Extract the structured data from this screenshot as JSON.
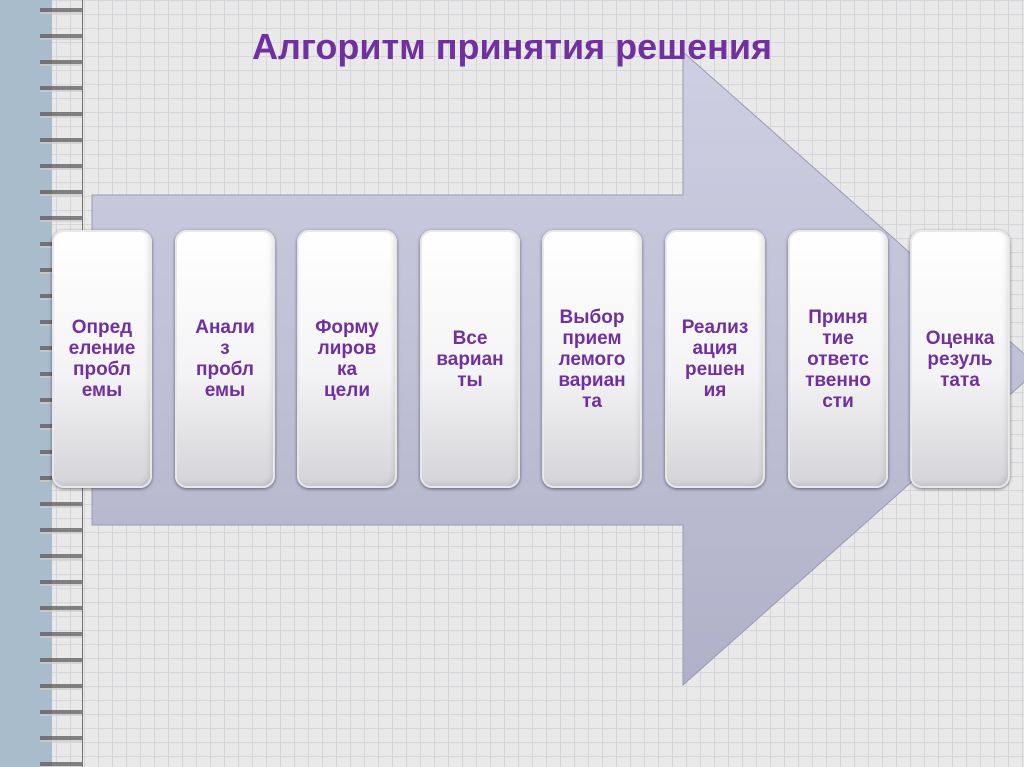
{
  "title": "Алгоритм принятия решения",
  "colors": {
    "text": "#7030a0",
    "arrow": "#c3c3da"
  },
  "steps": [
    {
      "lines": [
        "Опред",
        "еление",
        "пробл",
        "емы"
      ]
    },
    {
      "lines": [
        "Анали",
        "з",
        "пробл",
        "емы"
      ]
    },
    {
      "lines": [
        "Форму",
        "лиров",
        "ка",
        "цели"
      ]
    },
    {
      "lines": [
        "Все",
        "вариан",
        "ты"
      ]
    },
    {
      "lines": [
        "Выбор",
        "прием",
        "лемого",
        "вариан",
        "та"
      ]
    },
    {
      "lines": [
        "Реализ",
        "ация",
        "решен",
        "ия"
      ]
    },
    {
      "lines": [
        "Приня",
        "тие",
        "ответс",
        "твенно",
        "сти"
      ]
    },
    {
      "lines": [
        "Оценка",
        "резуль",
        "тата"
      ]
    }
  ]
}
